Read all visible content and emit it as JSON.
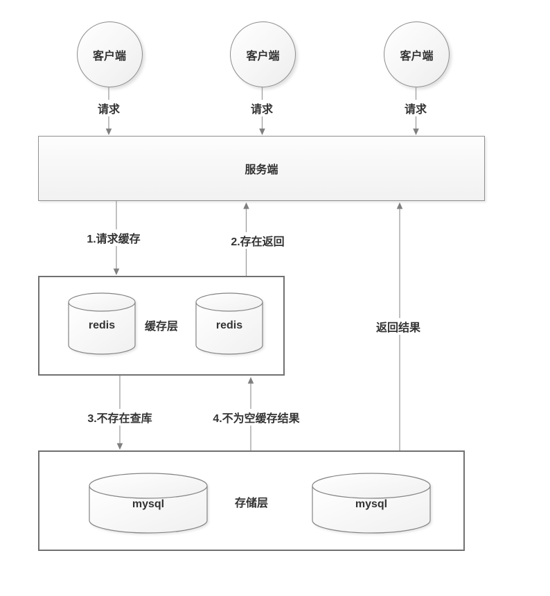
{
  "diagram": {
    "clients": [
      {
        "label": "客户端",
        "request_label": "请求"
      },
      {
        "label": "客户端",
        "request_label": "请求"
      },
      {
        "label": "客户端",
        "request_label": "请求"
      }
    ],
    "server": {
      "label": "服务端"
    },
    "cache_layer": {
      "label": "缓存层",
      "node1": "redis",
      "node2": "redis"
    },
    "storage_layer": {
      "label": "存储层",
      "node1": "mysql",
      "node2": "mysql"
    },
    "flows": {
      "f1": "1.请求缓存",
      "f2": "2.存在返回",
      "f3": "3.不存在查库",
      "f4": "4.不为空缓存结果",
      "ret": "返回结果"
    },
    "colors": {
      "box_border_light": "#8f8f8f",
      "box_border_dark": "#707070",
      "arrow_line": "#9e9e9e",
      "arrow_head": "#7f7f7f",
      "text": "#333333"
    }
  }
}
